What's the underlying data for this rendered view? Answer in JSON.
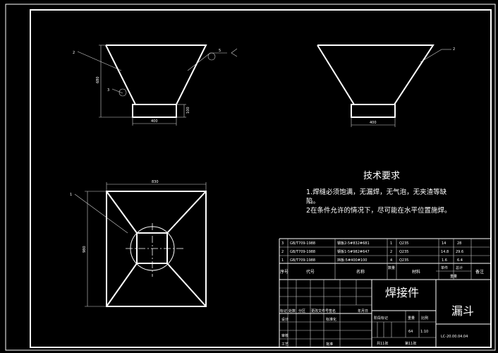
{
  "drawing": {
    "view_front": {
      "dims": {
        "height": "680",
        "bottom_width": "400",
        "neck_height": "100"
      },
      "part_callouts": [
        "2",
        "3",
        "5"
      ]
    },
    "view_side": {
      "dims": {
        "bottom_width": "400"
      },
      "part_callouts": [
        "2"
      ]
    },
    "view_top": {
      "dims": {
        "top_width": "830",
        "side_height": "980"
      },
      "part_callouts": [
        "1"
      ]
    }
  },
  "requirements": {
    "title": "技术要求",
    "lines": [
      "1.焊缝必须饱满，无漏焊，无气泡，无夹渣等缺",
      "陷。",
      "2在条件允许的情况下，尽可能在水平位置施焊。"
    ]
  },
  "bom": {
    "rows": [
      {
        "no": "3",
        "code": "GB/T709-1988",
        "name": "钢板2-5#832#681",
        "qty": "1",
        "material": "Q235",
        "unit": "14",
        "total": "28"
      },
      {
        "no": "2",
        "code": "GB/T709-1988",
        "name": "钢板1-5#982#647",
        "qty": "2",
        "material": "Q235",
        "unit": "14.8",
        "total": "29.6"
      },
      {
        "no": "1",
        "code": "GB/T709-1988",
        "name": "挡板-5#400#100",
        "qty": "4",
        "material": "Q235",
        "unit": "1.6",
        "total": "6.4"
      }
    ],
    "headers": {
      "no": "序号",
      "code": "代号",
      "name": "名称",
      "qty": "数量",
      "material": "材料",
      "single": "单件",
      "total": "总计",
      "weight": "重量",
      "remark": "备注"
    }
  },
  "title_block": {
    "assembly": "焊接件",
    "part_name": "漏斗",
    "drawing_no": "LC-20.00.04.04",
    "labels": {
      "mark": "标记",
      "count": "处数",
      "zone": "分区",
      "change_doc": "更改文件号",
      "sign": "签名",
      "date": "年月日",
      "design": "设计",
      "standard": "标准化",
      "stage_mark": "阶段标记",
      "weight": "重量",
      "scale": "比例",
      "check": "审核",
      "process": "工艺",
      "approve": "批准",
      "sheets_total": "共11张",
      "sheet_no": "第11张"
    },
    "weight_value": "64",
    "scale_value": "1:10"
  }
}
